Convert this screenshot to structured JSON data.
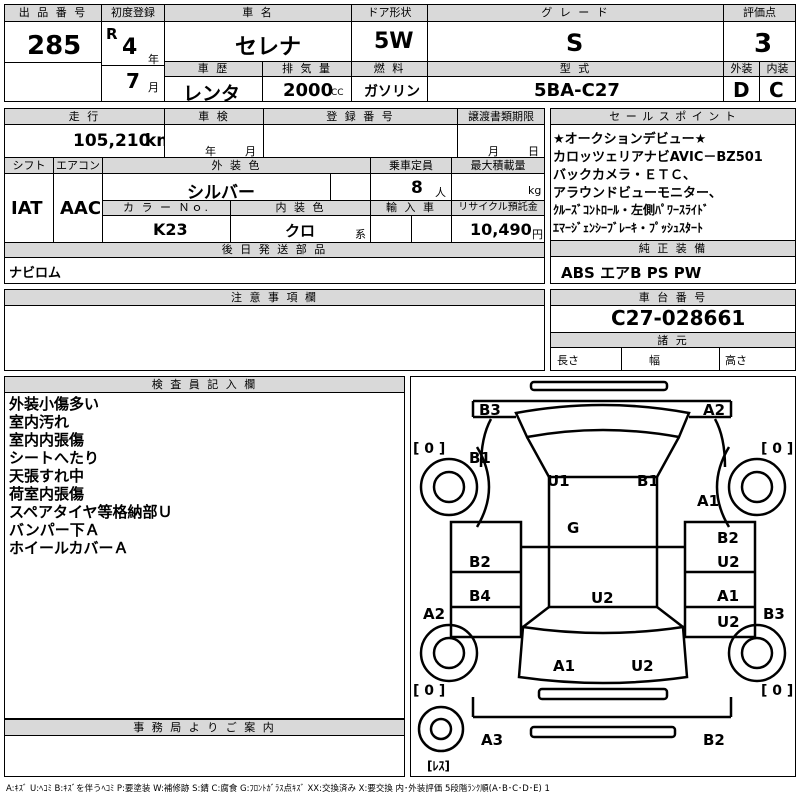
{
  "headers": {
    "lot_no": "出 品 番 号",
    "first_reg": "初度登録",
    "car_name": "車 名",
    "door": "ドア形状",
    "grade": "グ レ ー ド",
    "score": "評価点",
    "history": "車 歴",
    "displacement": "排 気 量",
    "fuel": "燃 料",
    "model": "型 式",
    "exterior": "外装",
    "interior": "内装",
    "mileage": "走 行",
    "inspection": "車 検",
    "reg_no": "登 録 番 号",
    "transfer": "譲渡書類期限",
    "sales_point": "セ ー ル ス ポ イ ン ト",
    "shift": "シフト",
    "aircon": "エアコン",
    "ext_color": "外 装 色",
    "capacity": "乗車定員",
    "max_load": "最大積載量",
    "color_no": "カ ラ ー Ｎｏ.",
    "int_color": "内 装 色",
    "import": "輸 入 車",
    "recycle": "リサイクル預託金",
    "later_parts": "後 日 発 送 部 品",
    "standard_equip": "純 正 装 備",
    "notes": "注 意 事 項 欄",
    "chassis_no": "車 台 番 号",
    "specs": "諸 元",
    "inspector": "検 査 員 記 入 欄",
    "office": "事 務 局 よ り ご 案 内"
  },
  "values": {
    "lot_no": "285",
    "era": "R",
    "year_num": "4",
    "year_unit": "年",
    "month_num": "7",
    "month_unit": "月",
    "car_name": "セレナ",
    "door": "5W",
    "grade": "S",
    "score": "3",
    "history": "レンタ",
    "displacement": "2000",
    "cc": "CC",
    "fuel": "ガソリン",
    "model": "5BA-C27",
    "exterior": "D",
    "interior": "C",
    "mileage": "105,210",
    "km": "km",
    "insp_year": "年",
    "insp_month": "月",
    "transfer_month": "月",
    "transfer_day": "日",
    "shift": "IAT",
    "aircon": "AAC",
    "ext_color": "シルバー",
    "capacity": "8",
    "capacity_unit": "人",
    "load_unit": "kg",
    "color_no": "K23",
    "int_color": "クロ",
    "int_suffix": "系",
    "recycle": "10,490",
    "recycle_unit": "円",
    "later_parts": "ナビロム",
    "standard_equip": "ABS エアB PS PW",
    "chassis_no": "C27-028661",
    "length": "長さ",
    "width": "幅",
    "height": "高さ"
  },
  "sales_points": [
    "★オークションデビュー★",
    "カロッツェリアナビAVIC－BZ501",
    "バックカメラ・ＥＴＣ、",
    "アラウンドビューモニター、",
    "ｸﾙｰｽﾞｺﾝﾄﾛｰﾙ・左側ﾊﾟﾜｰｽﾗｲﾄﾞ",
    "ｴﾏｰｼﾞｪﾝｼｰﾌﾞﾚｰｷ・ﾌﾟｯｼｭｽﾀｰﾄ"
  ],
  "inspector_notes": [
    "外装小傷多い",
    "室内汚れ",
    "室内内張傷",
    "シートへたり",
    "天張すれ中",
    "荷室内張傷",
    "スペアタイヤ等格納部Ｕ",
    "バンパー下Ａ",
    "ホイールカバーＡ"
  ],
  "diagram": {
    "B3_top": "B3",
    "A2_top": "A2",
    "B1_left": "B1",
    "U1": "U1",
    "B1_roof": "B1",
    "A1_right": "A1",
    "G": "G",
    "B2_left": "B2",
    "B2_right": "B2",
    "U2_right": "U2",
    "B4": "B4",
    "U2_center": "U2",
    "A1_right2": "A1",
    "U2_right2": "U2",
    "A2_left": "A2",
    "B3_right": "B3",
    "A1_bottom": "A1",
    "U2_bottom": "U2",
    "A3": "A3",
    "B2_bottom": "B2",
    "tire_tl": "[ 0 ]",
    "tire_tr": "[ 0 ]",
    "tire_bl": "[ 0 ]",
    "tire_br": "[ 0 ]",
    "spare": "[ﾚｽ]"
  },
  "legend": "A:ｷｽﾞ U:ﾍｺﾐ B:ｷｽﾞを伴うﾍｺﾐ P:要塗装 W:補修跡 S:錆 C:腐食 G:ﾌﾛﾝﾄｶﾞﾗｽ点ｷｽﾞ XX:交換済み X:要交換 内･外装評価 5段階ﾗﾝｸ順(A･B･C･D･E) 1"
}
